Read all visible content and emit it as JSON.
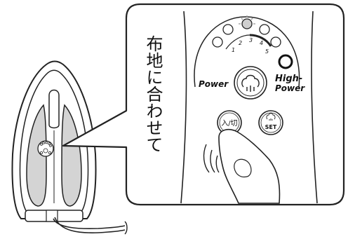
{
  "instruction_vertical": "布地に合わせて",
  "labels": {
    "power": "Power",
    "high_power_line1": "High-",
    "high_power_line2": "Power",
    "onoff_button": "入/切",
    "set_button": "SET"
  },
  "scale_numbers": [
    "1",
    "2",
    "3",
    "4",
    "5"
  ],
  "colors": {
    "line": "#222222",
    "panel_gray": "#d4d4d4",
    "lamp_lit": "#cfcfcf"
  }
}
